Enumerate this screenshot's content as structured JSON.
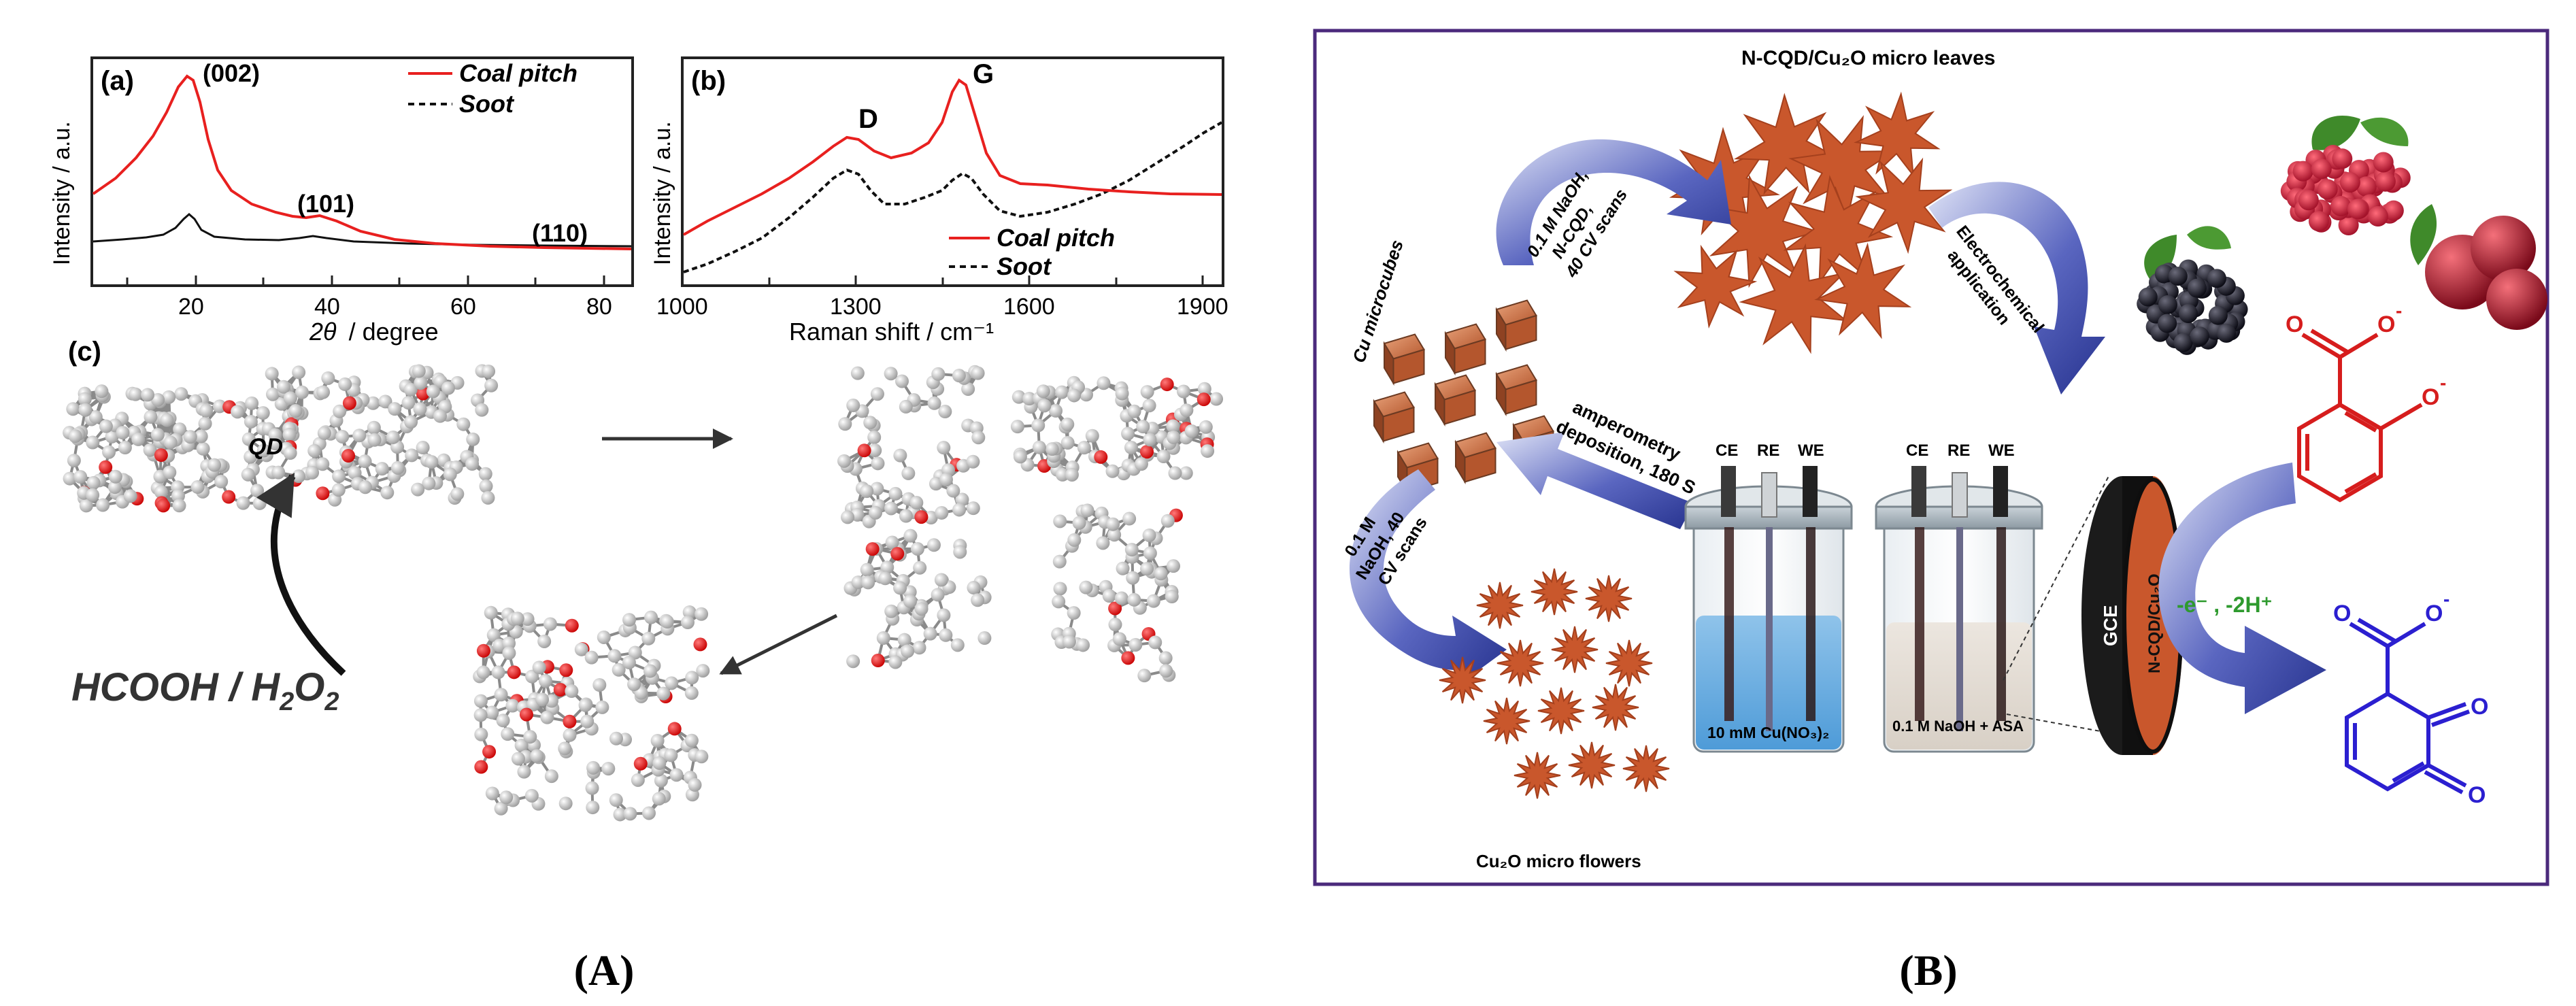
{
  "figure": {
    "caption_a": "(A)",
    "caption_b": "(B)"
  },
  "panel_a": {
    "sub_a": "(a)",
    "sub_b": "(b)",
    "sub_c": "(c)",
    "chart_a": {
      "peak_labels": [
        "(002)",
        "(101)",
        "(110)"
      ],
      "legend": [
        "Coal pitch",
        "Soot"
      ],
      "ylabel": "Intensity / a.u.",
      "xlabel_theta": "2θ",
      "xlabel_unit": "/ degree",
      "xticks": [
        "20",
        "40",
        "60",
        "80"
      ]
    },
    "chart_b": {
      "peak_labels": [
        "D",
        "G"
      ],
      "legend": [
        "Coal pitch",
        "Soot"
      ],
      "ylabel": "Intensity / a.u.",
      "xlabel": "Raman shift / cm⁻¹",
      "xticks": [
        "1000",
        "1300",
        "1600",
        "1900"
      ]
    },
    "reagent_main": "HCOOH / H",
    "reagent_sub": "2",
    "reagent_tail": "O",
    "reagent_sub2": "2",
    "qd_label": "QD"
  },
  "panel_b": {
    "top_label": "N-CQD/Cu₂O micro leaves",
    "arrow_top_left": [
      "0.1 M NaOH,",
      "N-CQD,",
      "40 CV scans"
    ],
    "arrow_top_right": [
      "Electrochemical",
      "application"
    ],
    "cu_microcubes": "Cu microcubes",
    "amperometry": [
      "amperometry",
      "deposition, 180 S"
    ],
    "arrow_left": [
      "0.1 M",
      "NaOH, 40",
      "CV scans"
    ],
    "flowers_label": "Cu₂O micro flowers",
    "cell1_electrodes": [
      "CE",
      "RE",
      "WE"
    ],
    "cell2_electrodes": [
      "CE",
      "RE",
      "WE"
    ],
    "cell1_solution": "10 mM Cu(NO₃)₂",
    "cell2_solution": "0.1 M NaOH + ASA",
    "gce_label": "GCE",
    "coating_label": "N-CQD/Cu₂O",
    "reaction": "-e⁻ , -2H⁺",
    "charge": "-"
  },
  "colors": {
    "coal_pitch": "#e8201f",
    "soot": "#111111",
    "frame": "#4b2a7c",
    "copper": "#c9572c",
    "blue_arrow": "#3848a8",
    "red_molecule": "#d61d1d",
    "blue_molecule": "#2b1fd0",
    "green_text": "#2e9a2e"
  }
}
